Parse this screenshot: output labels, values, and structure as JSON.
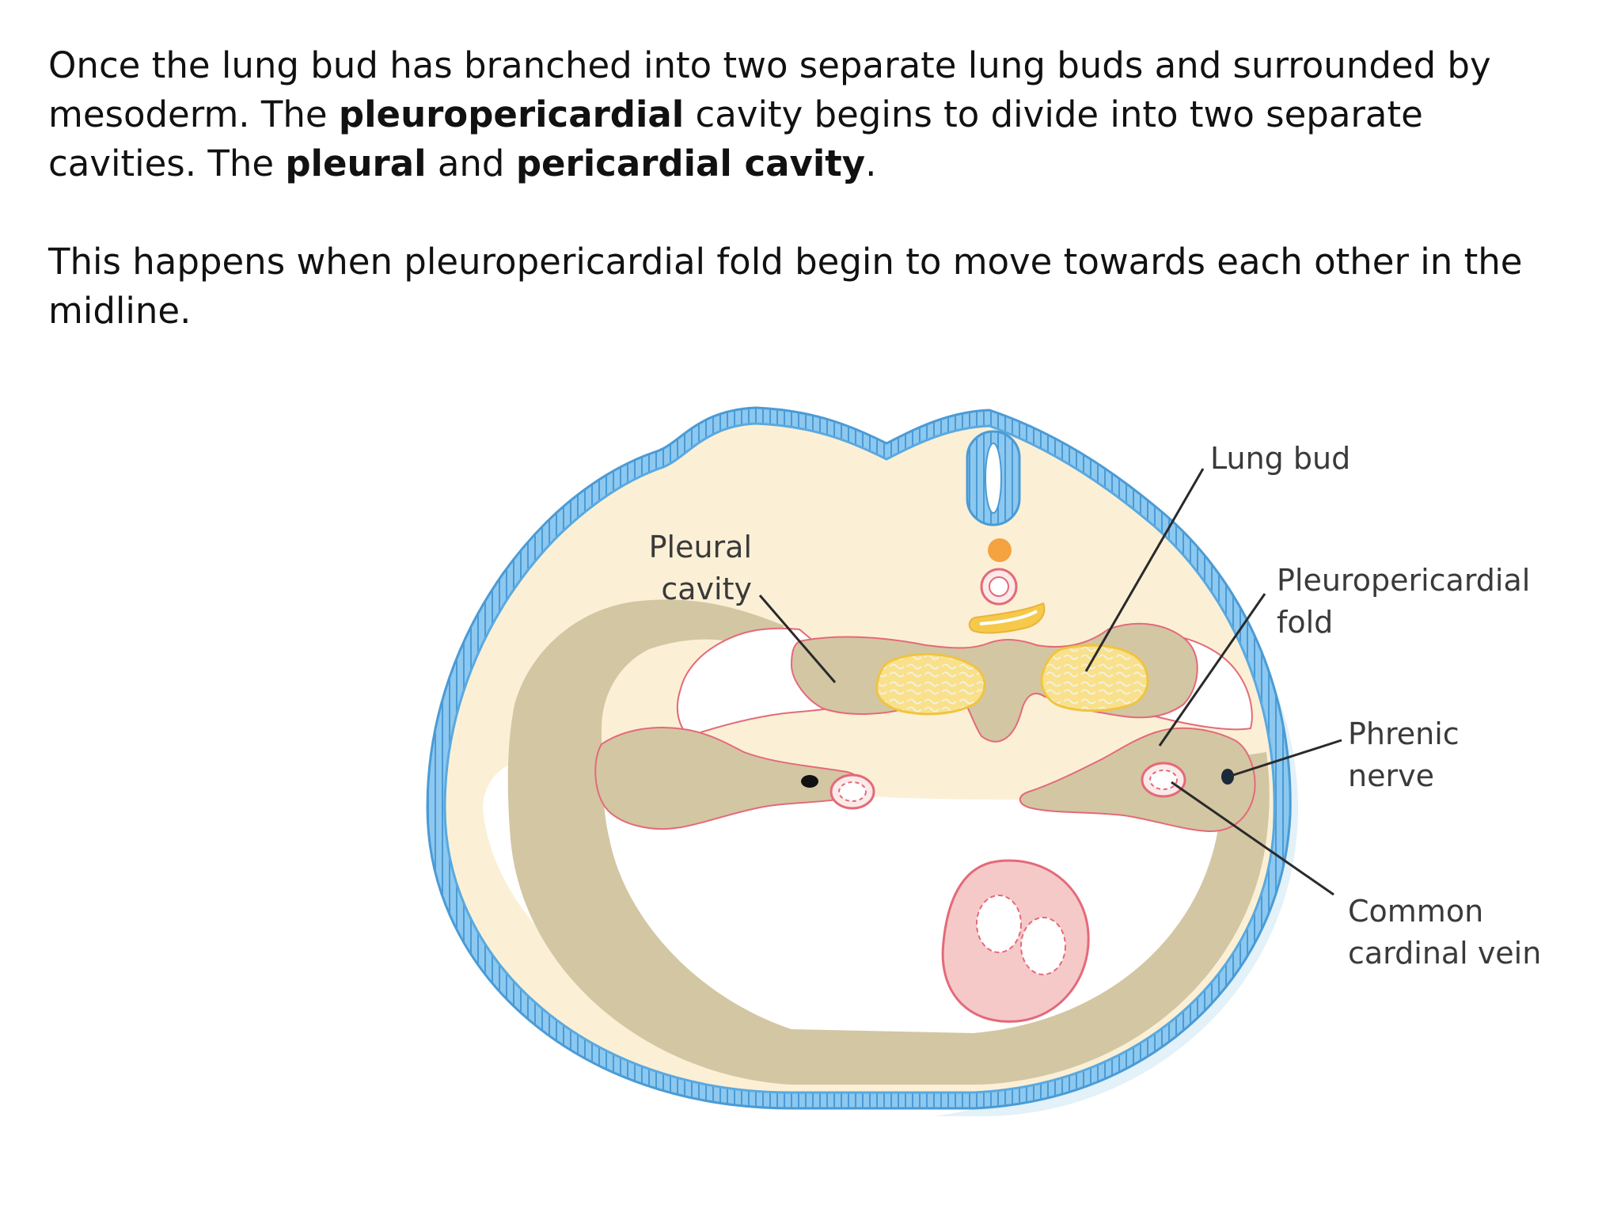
{
  "paragraph1": {
    "t1": "Once the lung bud has branched into two separate lung buds and surrounded by mesoderm. The ",
    "b1": "pleuropericardial",
    "t2": " cavity begins to divide into two separate cavities. The ",
    "b2": "pleural",
    "t3": " and ",
    "b3": "pericardial cavity",
    "t4": "."
  },
  "paragraph2": "This happens when pleuropericardial fold begin to move towards each other in the midline.",
  "diagram": {
    "labels": {
      "lung_bud": "Lung bud",
      "pleural_cavity_1": "Pleural",
      "pleural_cavity_2": "cavity",
      "pleuropericardial_fold_1": "Pleuropericardial",
      "pleuropericardial_fold_2": "fold",
      "phrenic_nerve_1": "Phrenic",
      "phrenic_nerve_2": "nerve",
      "common_cardinal_vein_1": "Common",
      "common_cardinal_vein_2": "cardinal vein"
    },
    "colors": {
      "ectoderm": "#5aa9e0",
      "body_fill": "#fbf0d6",
      "mesoderm": "#d3c6a3",
      "lung": "#f7dc76",
      "vessel": "#e46a78",
      "vessel_fill": "#f6c9c9",
      "notochord": "#f4a340",
      "leader_line": "#2a2a2a"
    }
  }
}
